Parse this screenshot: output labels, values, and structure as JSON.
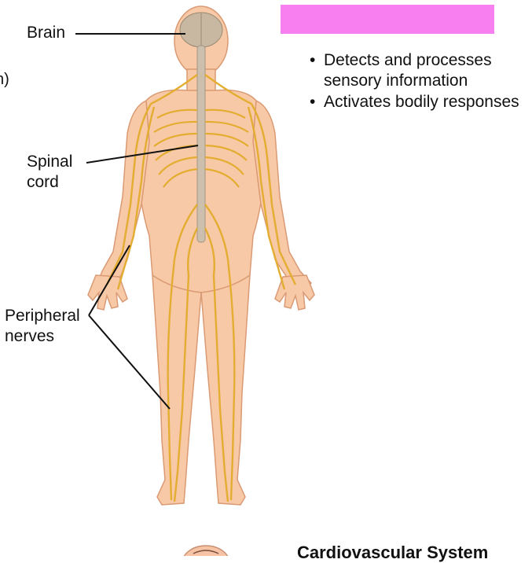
{
  "labels": {
    "brain": "Brain",
    "spinal_cord": "Spinal\ncord",
    "peripheral_nerves": "Peripheral\nnerves",
    "edge_fragment": "n)\n,"
  },
  "panel": {
    "title_bar_color": "#f77ff0",
    "bullets": [
      "Detects and processes sensory information",
      "Activates bodily responses"
    ]
  },
  "next_section": {
    "title": "Cardiovascular System"
  },
  "colors": {
    "skin": "#f8c9a7",
    "skin_outline": "#d99a74",
    "nerve": "#e3ad32",
    "brain": "#c8b8a2",
    "spine": "#cdbfae"
  }
}
